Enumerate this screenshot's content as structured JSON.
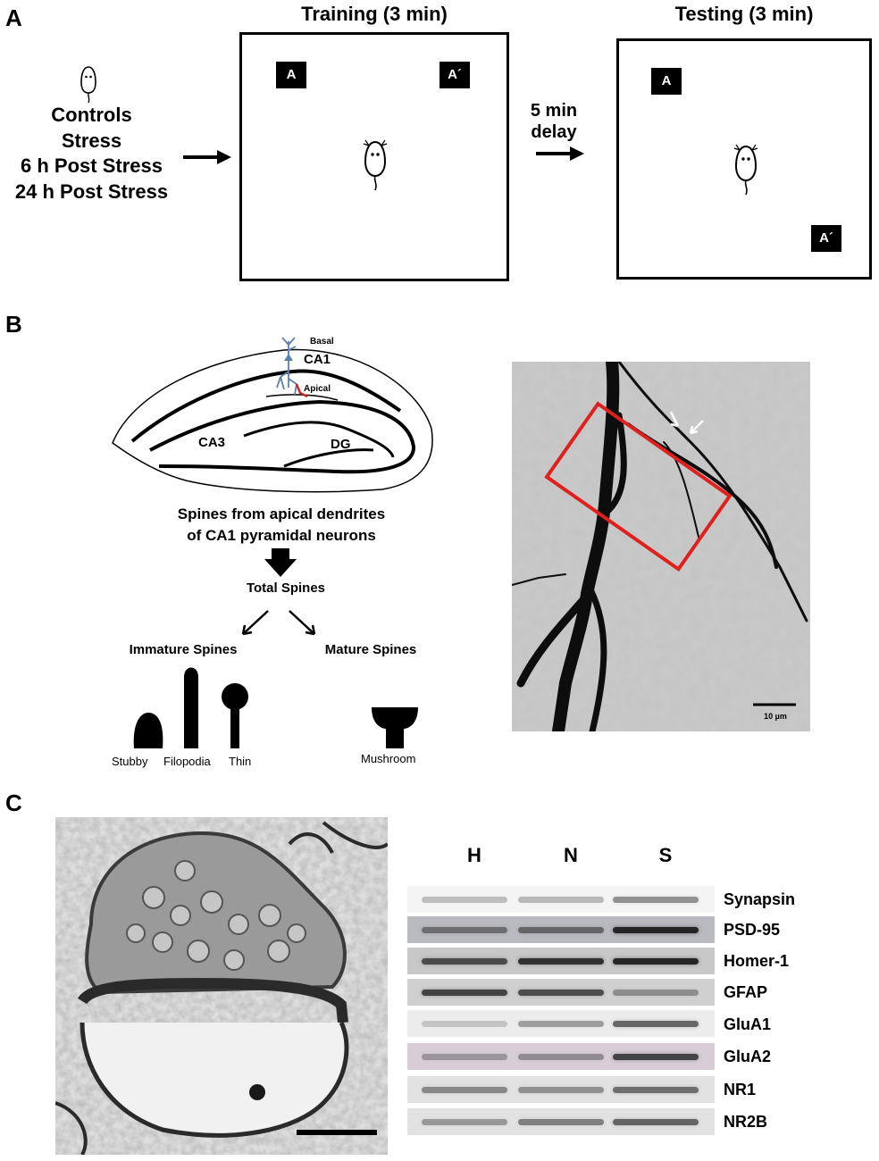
{
  "panel_a": {
    "letter": "A",
    "training_title": "Training (3 min)",
    "testing_title": "Testing (3 min)",
    "conditions": [
      "Controls",
      "Stress",
      "6 h Post Stress",
      "24 h Post Stress"
    ],
    "delay_line1": "5 min",
    "delay_line2": "delay",
    "object_a": "A",
    "object_a_prime": "A´"
  },
  "panel_b": {
    "letter": "B",
    "region_labels": {
      "basal": "Basal",
      "ca1": "CA1",
      "apical": "Apical",
      "ca3": "CA3",
      "dg": "DG"
    },
    "caption_line1": "Spines from apical dendrites",
    "caption_line2": "of CA1 pyramidal neurons",
    "total_spines": "Total Spines",
    "immature_spines": "Immature Spines",
    "mature_spines": "Mature Spines",
    "spine_types": [
      "Stubby",
      "Filopodia",
      "Thin",
      "Mushroom"
    ],
    "scale_bar_label": "10 µm"
  },
  "panel_c": {
    "letter": "C",
    "lanes": [
      "H",
      "N",
      "S"
    ],
    "proteins": [
      "Synapsin",
      "PSD-95",
      "Homer-1",
      "GFAP",
      "GluA1",
      "GluA2",
      "NR1",
      "NR2B"
    ],
    "band_intensity": [
      [
        0.15,
        0.18,
        0.4
      ],
      [
        0.45,
        0.5,
        0.9
      ],
      [
        0.7,
        0.85,
        0.9
      ],
      [
        0.75,
        0.7,
        0.3
      ],
      [
        0.08,
        0.3,
        0.6
      ],
      [
        0.25,
        0.3,
        0.75
      ],
      [
        0.4,
        0.35,
        0.55
      ],
      [
        0.3,
        0.45,
        0.6
      ]
    ],
    "strip_backgrounds": [
      "#f4f4f4",
      "#b9b9c0",
      "#c8c8c8",
      "#d0d0d0",
      "#ececec",
      "#d8cdd6",
      "#e2e2e2",
      "#e2e2e2"
    ]
  }
}
